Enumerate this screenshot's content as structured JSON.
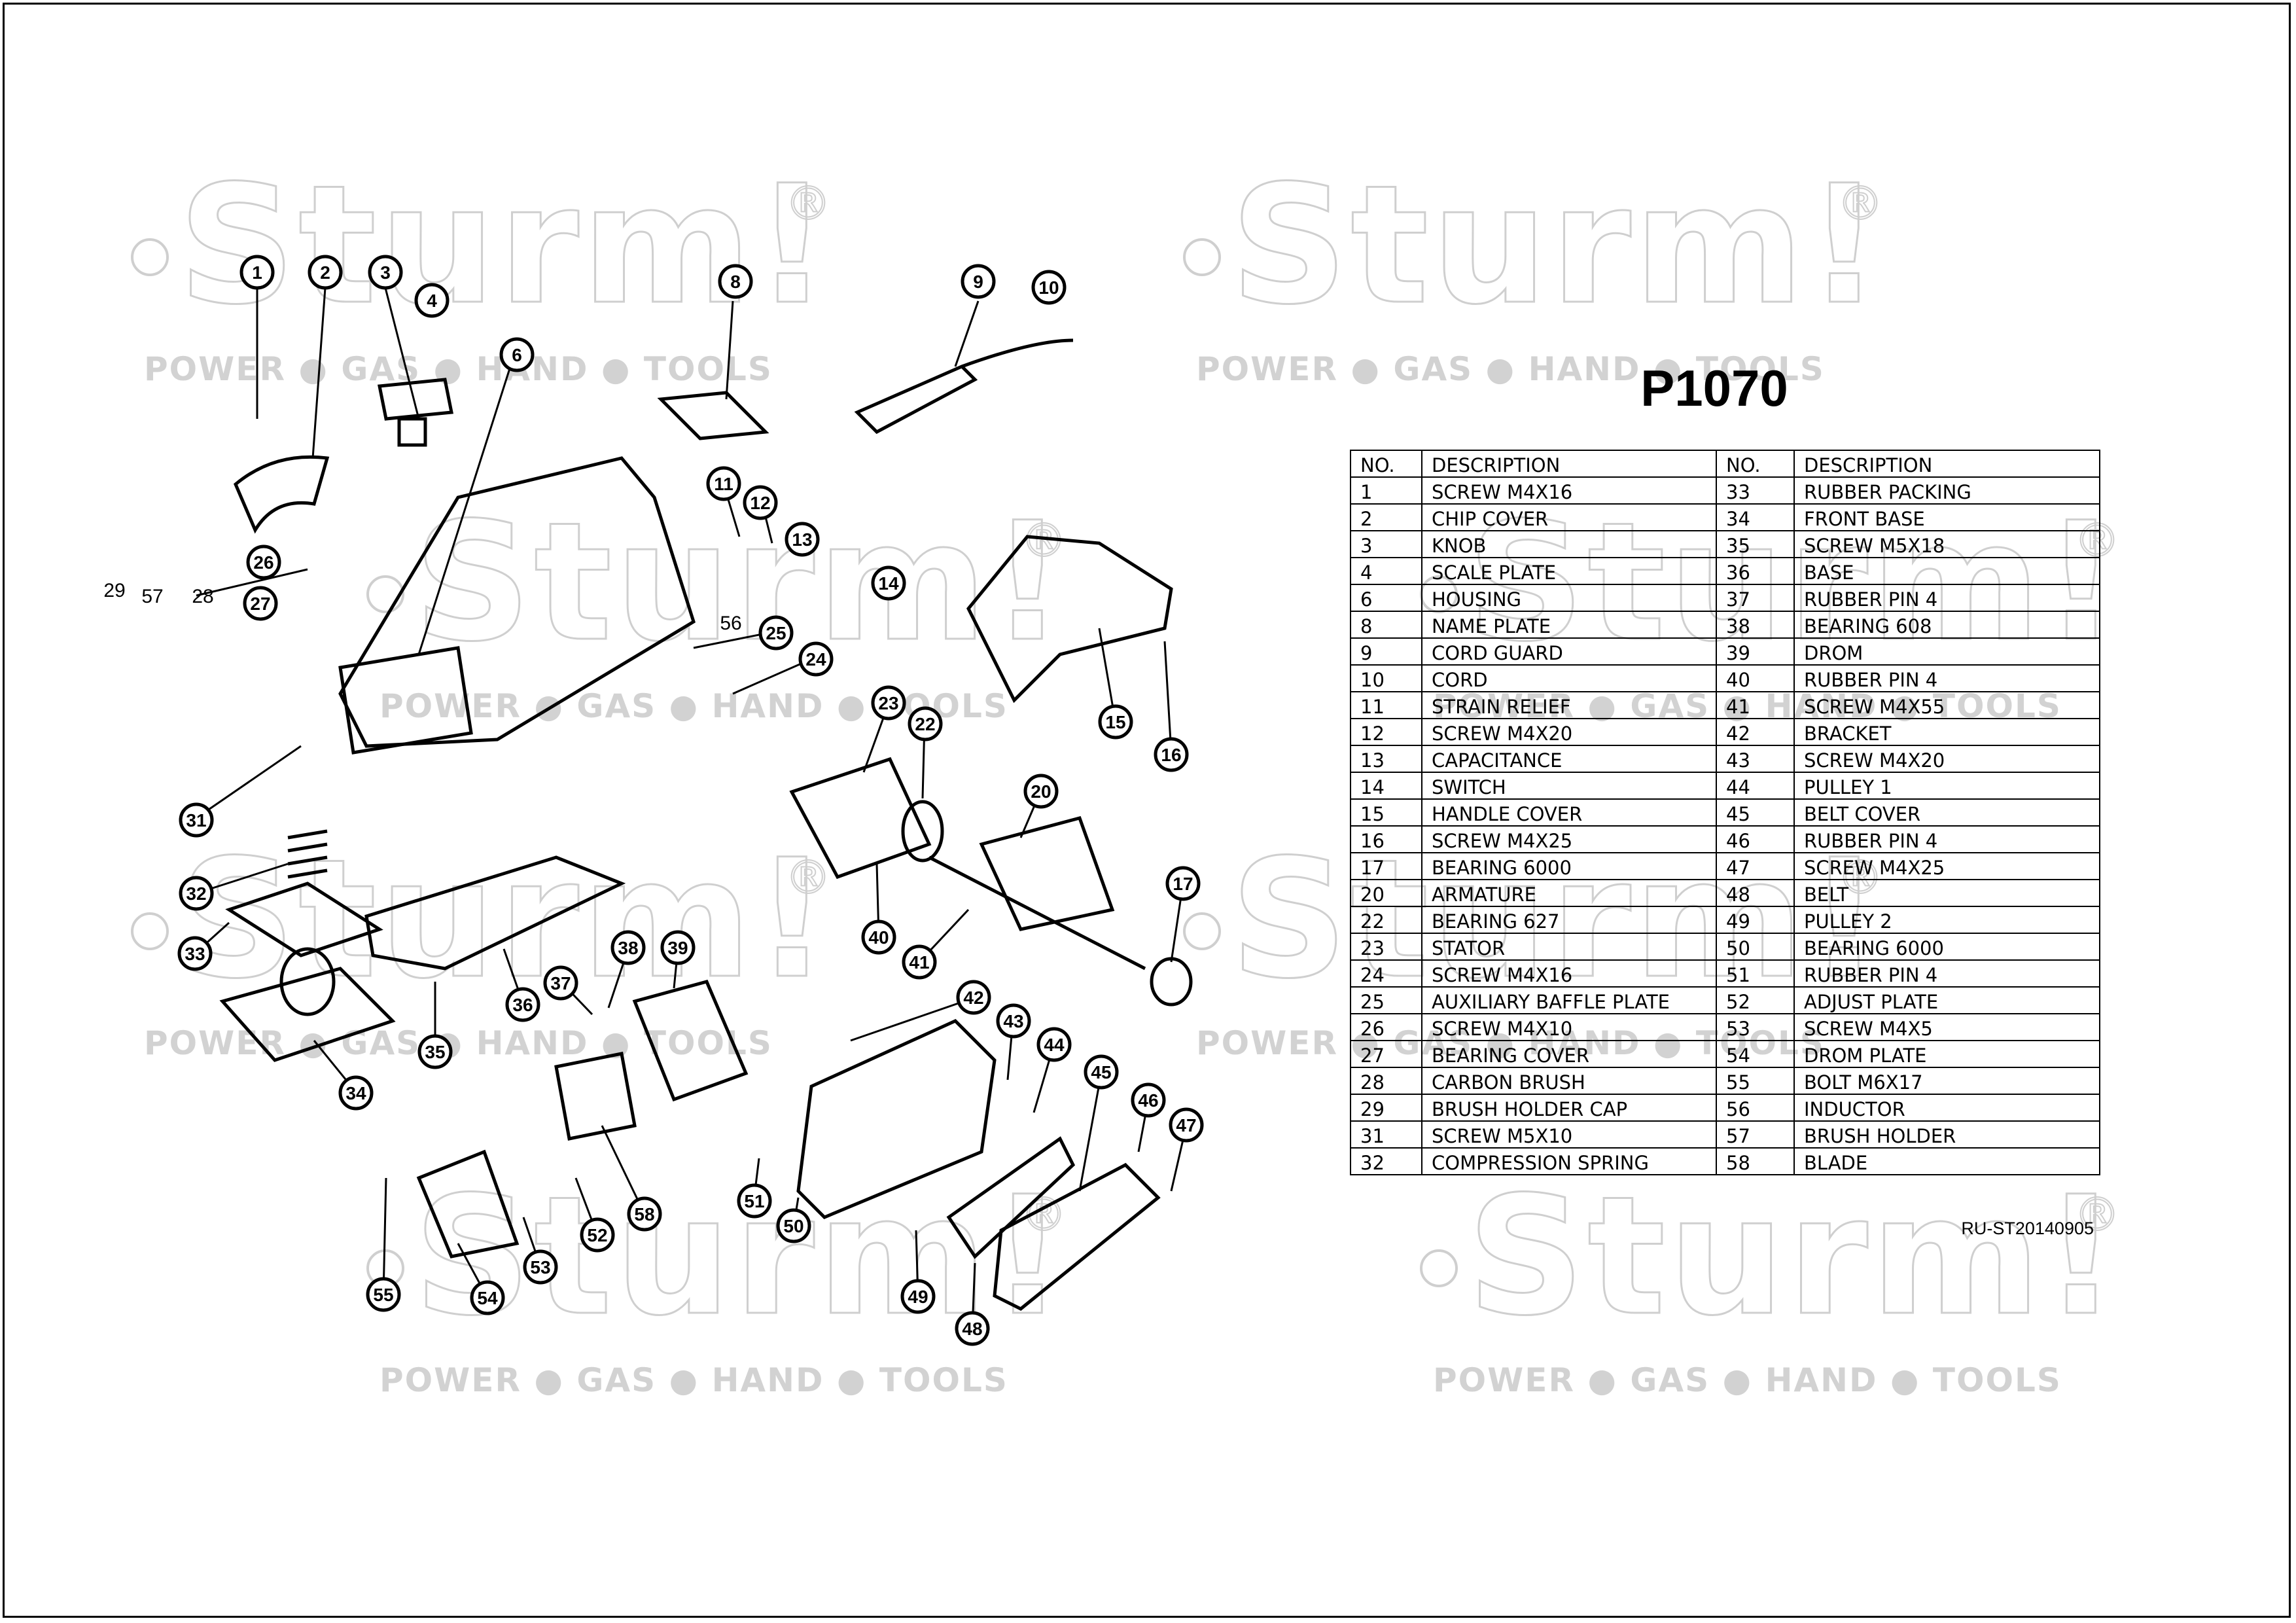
{
  "model": "P1070",
  "document_code": "RU-ST20140905",
  "watermark": {
    "brand": "Sturm!",
    "registered": "®",
    "tagline": "POWER ● GAS ● HAND ● TOOLS"
  },
  "table": {
    "headers": {
      "no": "NO.",
      "description": "DESCRIPTION"
    },
    "left": [
      {
        "no": "1",
        "desc": "SCREW M4X16"
      },
      {
        "no": "2",
        "desc": "CHIP COVER"
      },
      {
        "no": "3",
        "desc": "KNOB"
      },
      {
        "no": "4",
        "desc": "SCALE PLATE"
      },
      {
        "no": "6",
        "desc": "HOUSING"
      },
      {
        "no": "8",
        "desc": "NAME PLATE"
      },
      {
        "no": "9",
        "desc": "CORD GUARD"
      },
      {
        "no": "10",
        "desc": "CORD"
      },
      {
        "no": "11",
        "desc": "STRAIN RELIEF"
      },
      {
        "no": "12",
        "desc": "SCREW M4X20"
      },
      {
        "no": "13",
        "desc": "CAPACITANCE"
      },
      {
        "no": "14",
        "desc": "SWITCH"
      },
      {
        "no": "15",
        "desc": "HANDLE COVER"
      },
      {
        "no": "16",
        "desc": "SCREW M4X25"
      },
      {
        "no": "17",
        "desc": "BEARING 6000"
      },
      {
        "no": "20",
        "desc": "ARMATURE"
      },
      {
        "no": "22",
        "desc": "BEARING 627"
      },
      {
        "no": "23",
        "desc": "STATOR"
      },
      {
        "no": "24",
        "desc": "SCREW M4X16"
      },
      {
        "no": "25",
        "desc": "AUXILIARY BAFFLE PLATE"
      },
      {
        "no": "26",
        "desc": "SCREW M4X10"
      },
      {
        "no": "27",
        "desc": "BEARING COVER"
      },
      {
        "no": "28",
        "desc": "CARBON BRUSH"
      },
      {
        "no": "29",
        "desc": "BRUSH HOLDER CAP"
      },
      {
        "no": "31",
        "desc": "SCREW M5X10"
      },
      {
        "no": "32",
        "desc": "COMPRESSION SPRING"
      }
    ],
    "right": [
      {
        "no": "33",
        "desc": "RUBBER PACKING"
      },
      {
        "no": "34",
        "desc": "FRONT BASE"
      },
      {
        "no": "35",
        "desc": "SCREW M5X18"
      },
      {
        "no": "36",
        "desc": "BASE"
      },
      {
        "no": "37",
        "desc": "RUBBER PIN 4"
      },
      {
        "no": "38",
        "desc": "BEARING 608"
      },
      {
        "no": "39",
        "desc": "DROM"
      },
      {
        "no": "40",
        "desc": "RUBBER PIN 4"
      },
      {
        "no": "41",
        "desc": "SCREW M4X55"
      },
      {
        "no": "42",
        "desc": "BRACKET"
      },
      {
        "no": "43",
        "desc": "SCREW M4X20"
      },
      {
        "no": "44",
        "desc": "PULLEY 1"
      },
      {
        "no": "45",
        "desc": "BELT COVER"
      },
      {
        "no": "46",
        "desc": "RUBBER PIN 4"
      },
      {
        "no": "47",
        "desc": "SCREW M4X25"
      },
      {
        "no": "48",
        "desc": "BELT"
      },
      {
        "no": "49",
        "desc": "PULLEY 2"
      },
      {
        "no": "50",
        "desc": "BEARING 6000"
      },
      {
        "no": "51",
        "desc": "RUBBER PIN 4"
      },
      {
        "no": "52",
        "desc": "ADJUST PLATE"
      },
      {
        "no": "53",
        "desc": "SCREW M4X5"
      },
      {
        "no": "54",
        "desc": "DROM PLATE"
      },
      {
        "no": "55",
        "desc": "BOLT M6X17"
      },
      {
        "no": "56",
        "desc": "INDUCTOR"
      },
      {
        "no": "57",
        "desc": "BRUSH HOLDER"
      },
      {
        "no": "58",
        "desc": "BLADE"
      }
    ]
  },
  "callouts": [
    "1",
    "2",
    "3",
    "4",
    "6",
    "8",
    "9",
    "10",
    "11",
    "12",
    "13",
    "14",
    "15",
    "16",
    "17",
    "20",
    "22",
    "23",
    "24",
    "25",
    "26",
    "27",
    "31",
    "32",
    "33",
    "34",
    "35",
    "36",
    "37",
    "38",
    "39",
    "40",
    "41",
    "42",
    "43",
    "44",
    "45",
    "46",
    "47",
    "48",
    "49",
    "50",
    "51",
    "52",
    "53",
    "54",
    "55",
    "58"
  ],
  "plain_labels": [
    "29",
    "57",
    "28",
    "56"
  ]
}
